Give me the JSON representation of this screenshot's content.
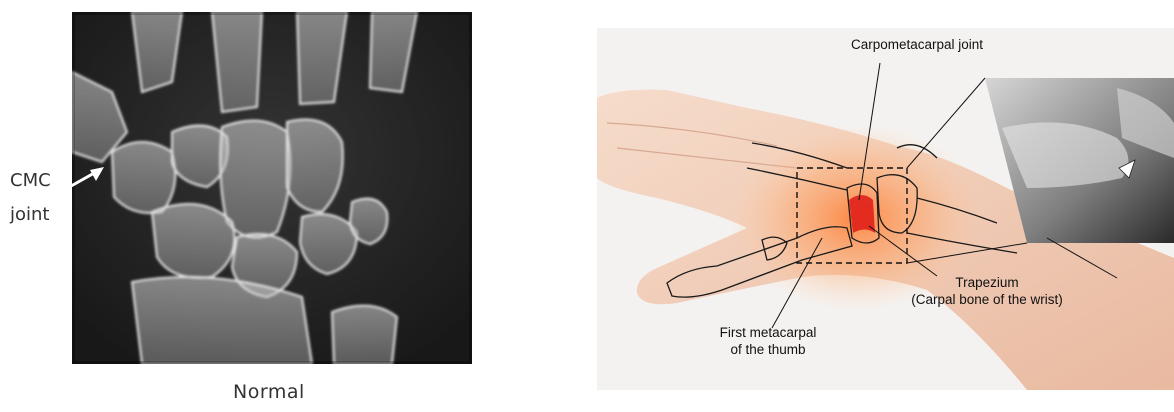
{
  "left_panel": {
    "cmc_label_line1": "CMC",
    "cmc_label_line2": "joint",
    "caption": "Normal"
  },
  "right_panel": {
    "labels": {
      "carpometacarpal": "Carpometacarpal joint",
      "trapezium_line1": "Trapezium",
      "trapezium_line2": "(Carpal bone of the wrist)",
      "metacarpal_line1": "First metacarpal",
      "metacarpal_line2": "of the thumb"
    }
  },
  "colors": {
    "highlight": "#e0201b",
    "glow": "#ff8a3d",
    "xray_dark": "#151515",
    "bone": "#bdbdbd"
  }
}
